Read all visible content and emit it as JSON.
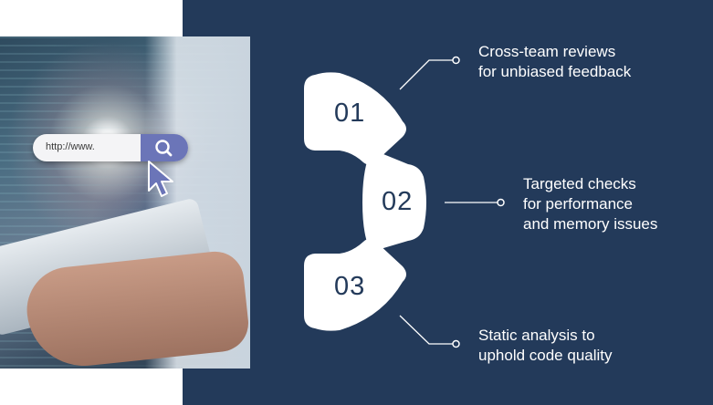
{
  "browser": {
    "url_text": "http://www."
  },
  "steps": [
    {
      "number": "01",
      "lines": [
        "Cross-team reviews",
        "for unbiased feedback"
      ]
    },
    {
      "number": "02",
      "lines": [
        "Targeted checks",
        "for performance",
        "and memory issues"
      ]
    },
    {
      "number": "03",
      "lines": [
        "Static analysis to",
        "uphold code quality"
      ]
    }
  ],
  "colors": {
    "panel_background": "#233a5a",
    "segment_fill": "#ffffff",
    "search_button": "#6b75b8"
  },
  "icons": [
    "search-icon",
    "mouse-pointer-icon"
  ]
}
